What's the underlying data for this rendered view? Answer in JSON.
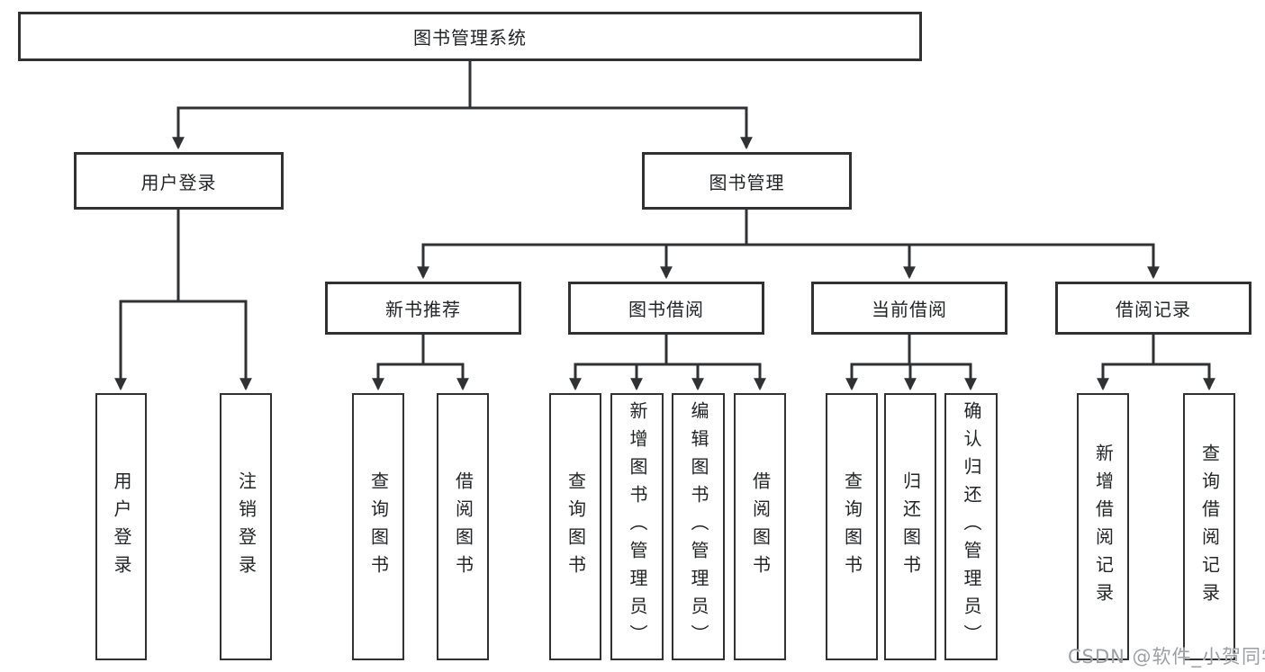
{
  "colors": {
    "line": "#2f3133",
    "box_border": "#2f3133",
    "box_fill": "#ffffff",
    "text": "#222426",
    "watermark_text": "#9ba0a4"
  },
  "tree": {
    "root": {
      "label": "图书管理系统"
    },
    "level2": [
      {
        "label": "用户登录",
        "children": [
          {
            "label": "用户登录"
          },
          {
            "label": "注销登录"
          }
        ]
      },
      {
        "label": "图书管理",
        "children": [
          {
            "label": "新书推荐",
            "children": [
              {
                "label": "查询图书"
              },
              {
                "label": "借阅图书"
              }
            ]
          },
          {
            "label": "图书借阅",
            "children": [
              {
                "label": "查询图书"
              },
              {
                "label": "新增图书（管理员）"
              },
              {
                "label": "编辑图书（管理员）"
              },
              {
                "label": "借阅图书"
              }
            ]
          },
          {
            "label": "当前借阅",
            "children": [
              {
                "label": "查询图书"
              },
              {
                "label": "归还图书"
              },
              {
                "label": "确认归还（管理员）"
              }
            ]
          },
          {
            "label": "借阅记录",
            "children": [
              {
                "label": "新增借阅记录"
              },
              {
                "label": "查询借阅记录"
              }
            ]
          }
        ]
      }
    ]
  },
  "watermark": {
    "text": "CSDN @软件_小贺同学"
  }
}
